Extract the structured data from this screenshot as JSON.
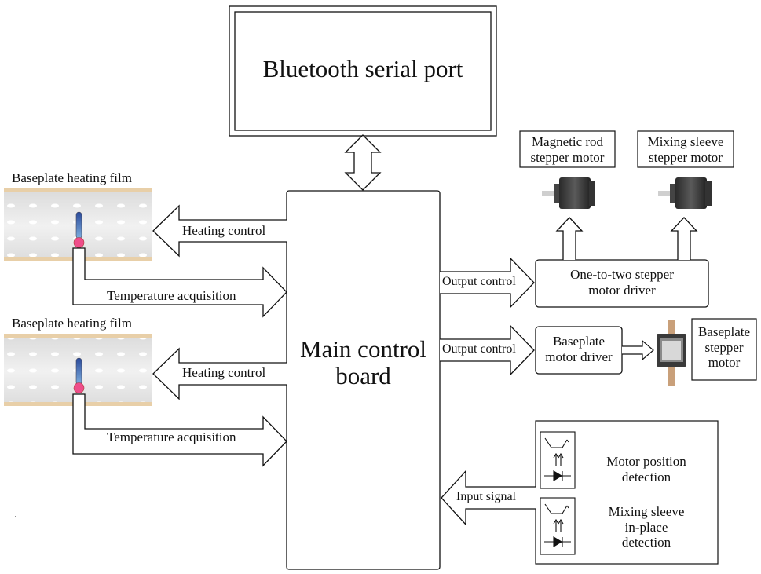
{
  "bluetooth": {
    "label": "Bluetooth serial port"
  },
  "main_board": {
    "line1": "Main control",
    "line2": "board"
  },
  "heating_films": [
    {
      "title": "Baseplate heating film",
      "heating_label": "Heating control",
      "temp_label": "Temperature acquisition"
    },
    {
      "title": "Baseplate heating film",
      "heating_label": "Heating control",
      "temp_label": "Temperature acquisition"
    }
  ],
  "motors": {
    "magnetic_rod": {
      "line1": "Magnetic rod",
      "line2": "stepper motor"
    },
    "mixing_sleeve": {
      "line1": "Mixing sleeve",
      "line2": "stepper motor"
    },
    "baseplate": {
      "line1": "Baseplate",
      "line2": "stepper",
      "line3": "motor"
    }
  },
  "drivers": {
    "one_to_two": {
      "line1": "One-to-two stepper",
      "line2": "motor driver"
    },
    "baseplate": {
      "line1": "Baseplate",
      "line2": "motor driver"
    }
  },
  "output_controls": [
    "Output control",
    "Output control"
  ],
  "input_signal": "Input signal",
  "sensors": [
    {
      "line1": "Motor position",
      "line2": "detection"
    },
    {
      "line1": "Mixing sleeve",
      "line2": "in-place",
      "line3": "detection"
    }
  ],
  "stray_mark": "."
}
